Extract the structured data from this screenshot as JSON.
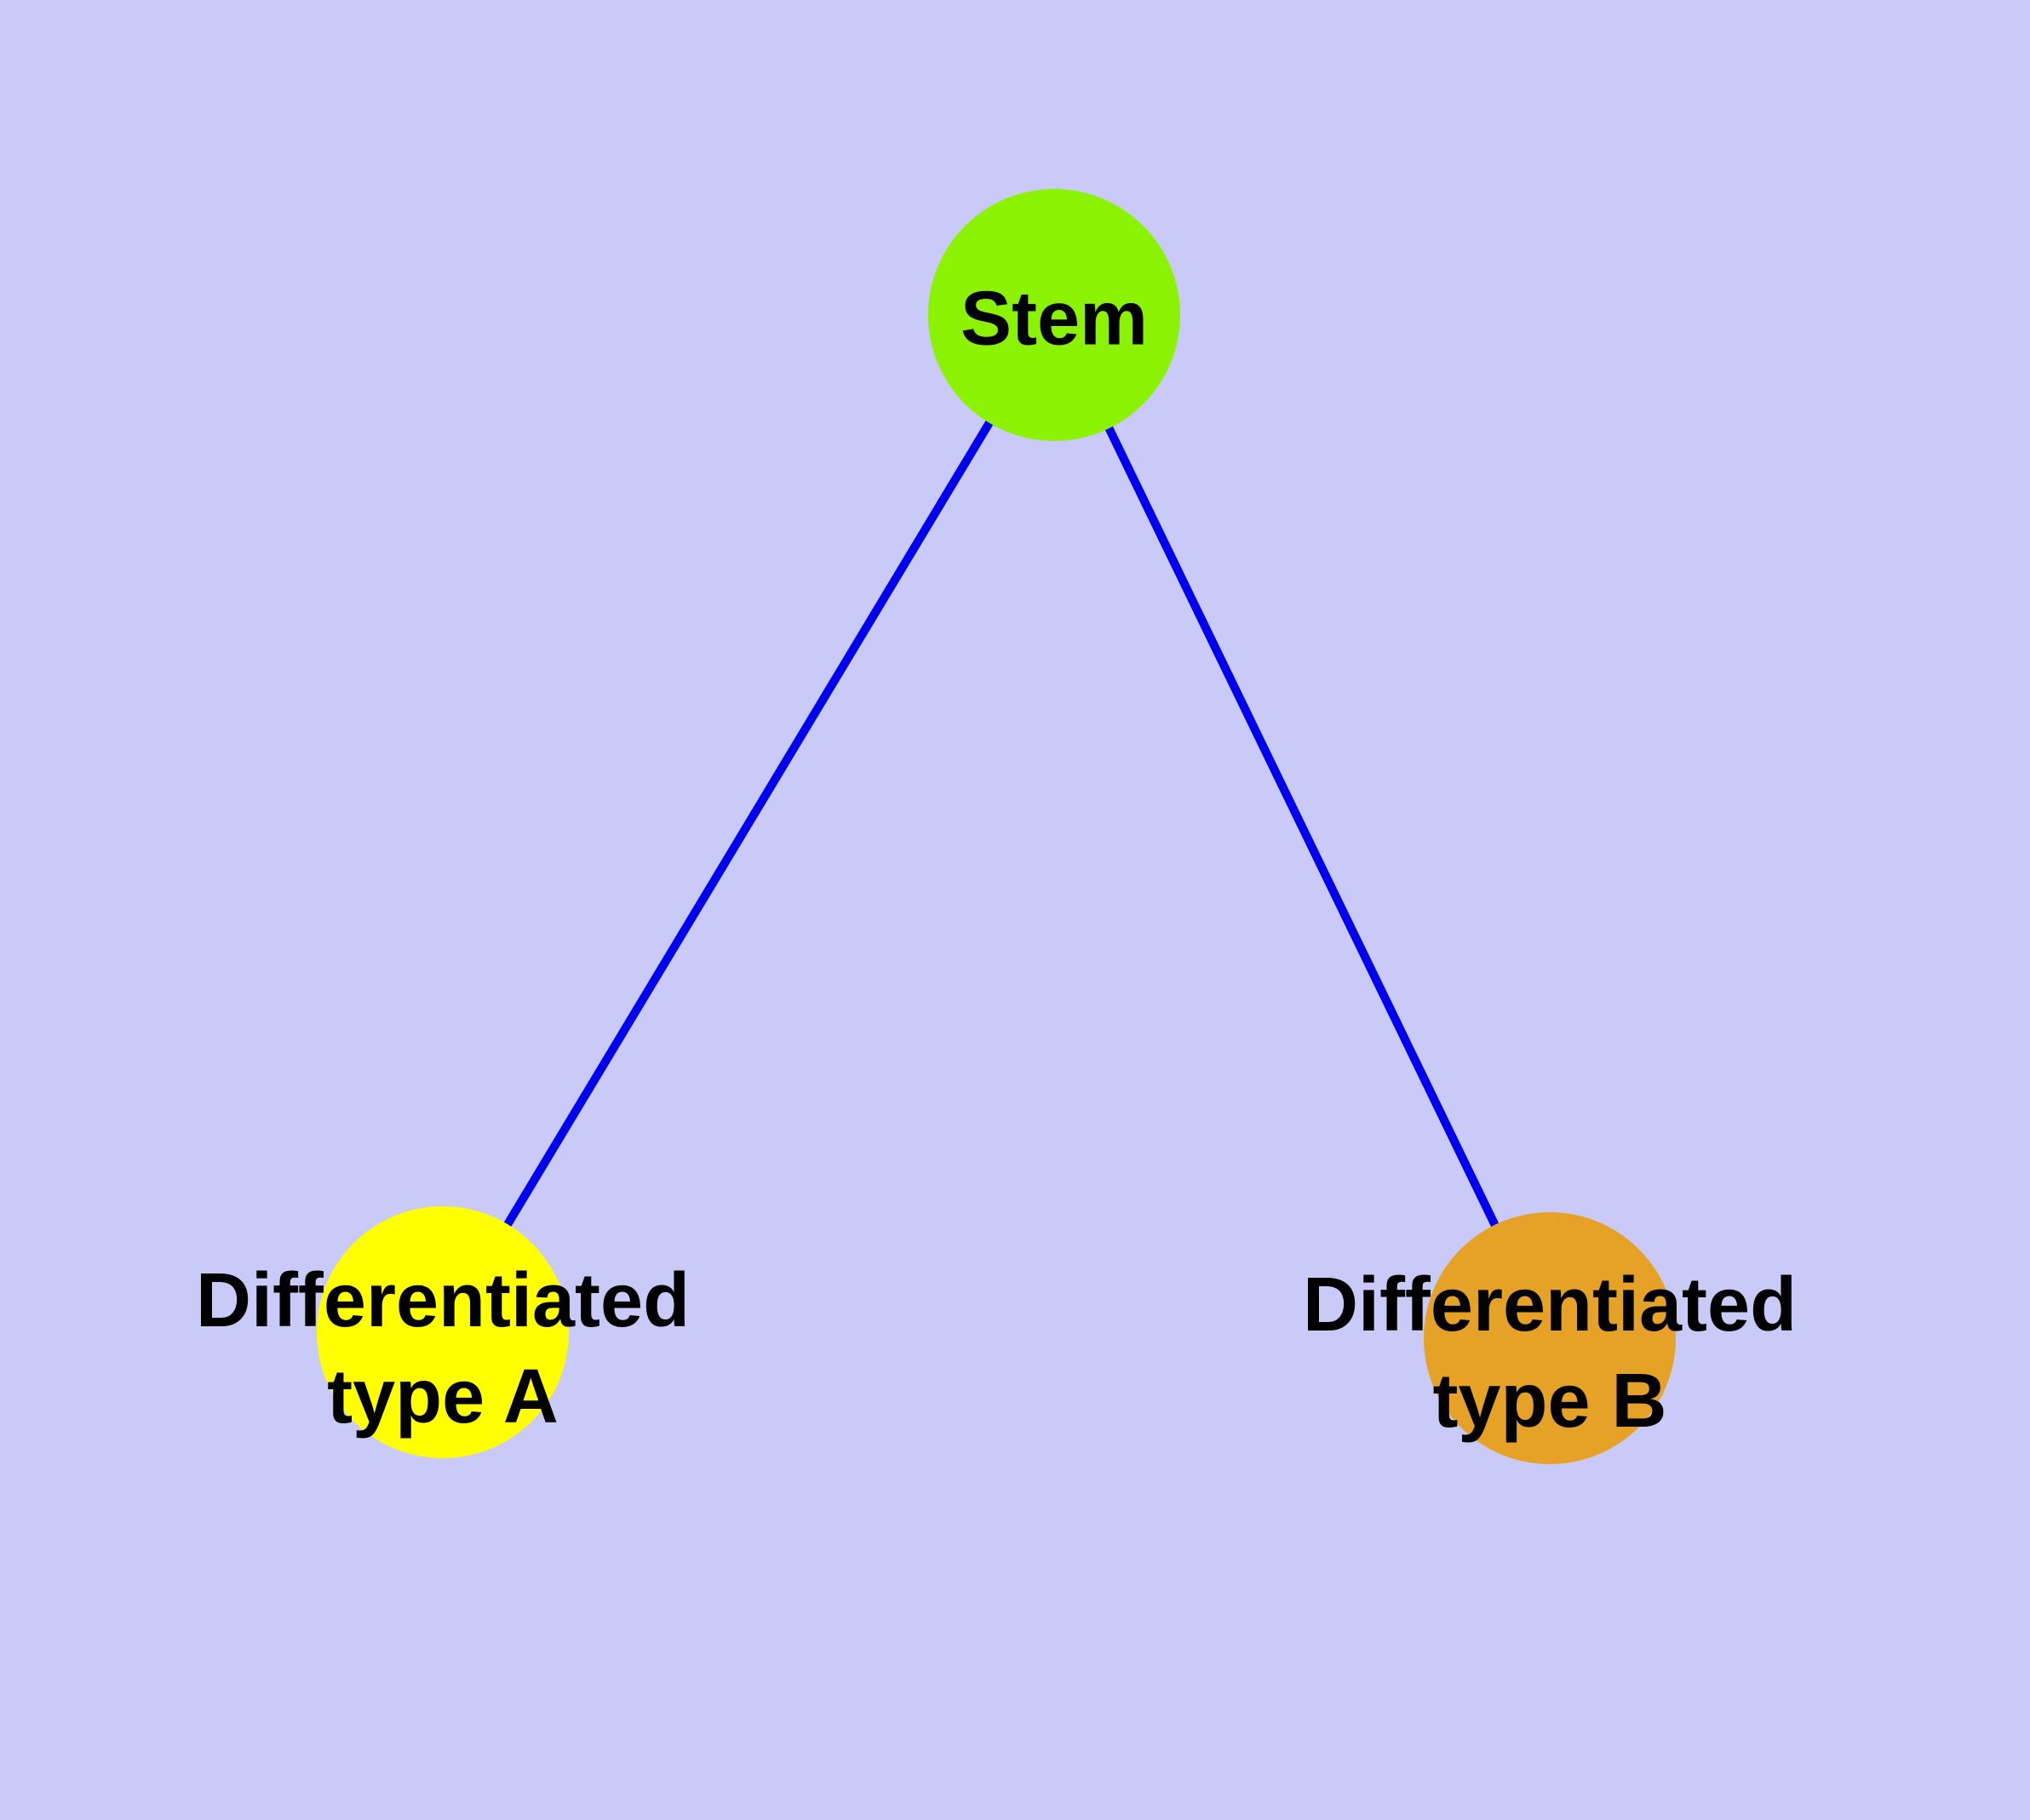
{
  "diagram": {
    "type": "network-graph",
    "description": "Stem cell differentiation tree: a stem node with two differentiated child nodes",
    "background_color": "#CACAF8",
    "edge_color": "#0000EE",
    "node_stroke_color": "#6E6E6E",
    "text_color": "#000000",
    "nodes": [
      {
        "id": "stem",
        "label": "Stem",
        "label_lines": [
          "Stem"
        ],
        "fill": "#8BF202"
      },
      {
        "id": "differentiated-a",
        "label": "Differentiated type A",
        "label_lines": [
          "Differentiated",
          "type A"
        ],
        "fill": "#FFFF00"
      },
      {
        "id": "differentiated-b",
        "label": "Differentiated type B",
        "label_lines": [
          "Differentiated",
          "type B"
        ],
        "fill": "#E6A226"
      }
    ],
    "edges": [
      {
        "from": "stem",
        "to": "differentiated-a"
      },
      {
        "from": "stem",
        "to": "differentiated-b"
      }
    ]
  }
}
